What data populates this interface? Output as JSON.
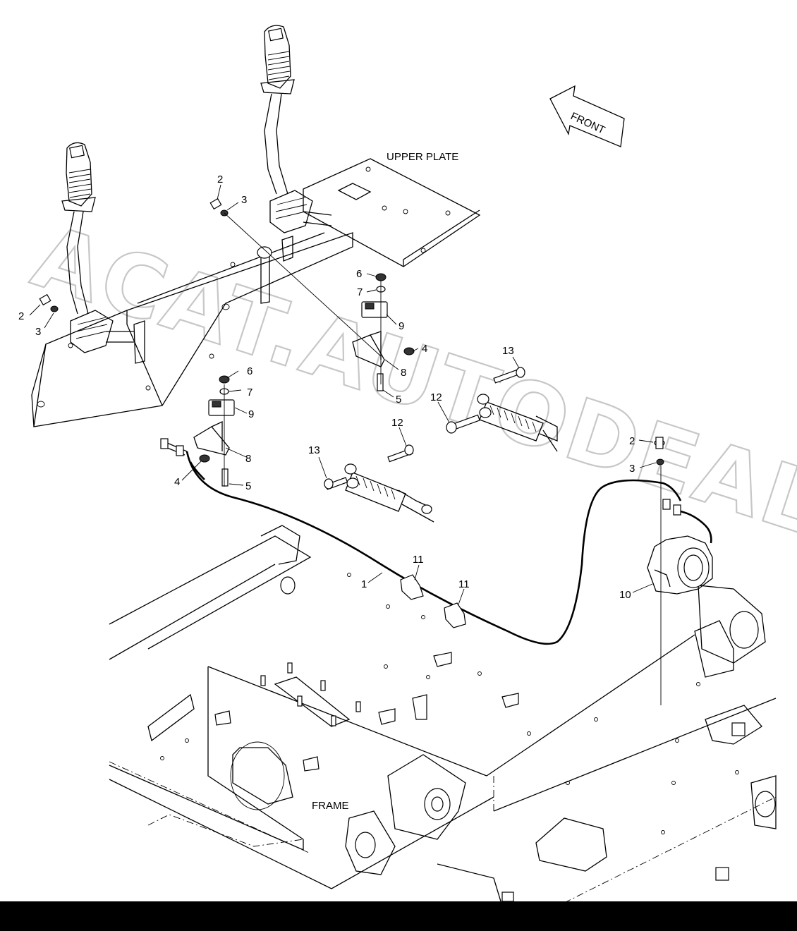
{
  "labels": {
    "upper_plate": "UPPER PLATE",
    "frame": "FRAME",
    "front": "FRONT"
  },
  "watermark": "ACAT.AUTODEALER.RU",
  "callouts": {
    "c2a": "2",
    "c3a": "3",
    "c2b": "2",
    "c3b": "3",
    "c6a": "6",
    "c7a": "7",
    "c9a": "9",
    "c4a": "4",
    "c8a": "8",
    "c5a": "5",
    "c6b": "6",
    "c7b": "7",
    "c9b": "9",
    "c8b": "8",
    "c4b": "4",
    "c5b": "5",
    "c13a": "13",
    "c12a": "12",
    "c12b": "12",
    "c13b": "13",
    "c2c": "2",
    "c3c": "3",
    "c1": "1",
    "c11a": "11",
    "c11b": "11",
    "c10": "10"
  },
  "colors": {
    "ink": "#000000",
    "watermark": "#9a9a9a",
    "background": "#ffffff",
    "bar": "#000000"
  }
}
